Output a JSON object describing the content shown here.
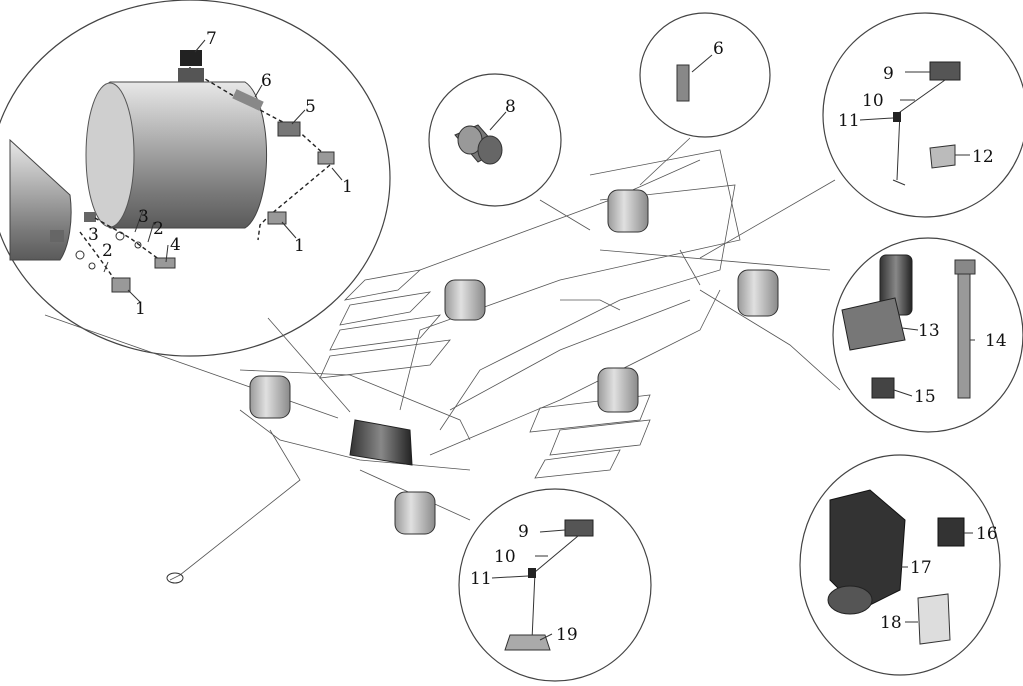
{
  "diagram": {
    "callouts": [
      {
        "id": "c1",
        "text": "1"
      },
      {
        "id": "c1b",
        "text": "1"
      },
      {
        "id": "c1c",
        "text": "1"
      },
      {
        "id": "c2a",
        "text": "2"
      },
      {
        "id": "c2b",
        "text": "2"
      },
      {
        "id": "c3a",
        "text": "3"
      },
      {
        "id": "c3b",
        "text": "3"
      },
      {
        "id": "c4",
        "text": "4"
      },
      {
        "id": "c5",
        "text": "5"
      },
      {
        "id": "c6a",
        "text": "6"
      },
      {
        "id": "c6b",
        "text": "6"
      },
      {
        "id": "c7",
        "text": "7"
      },
      {
        "id": "c8",
        "text": "8"
      },
      {
        "id": "c9a",
        "text": "9"
      },
      {
        "id": "c9b",
        "text": "9"
      },
      {
        "id": "c10a",
        "text": "10"
      },
      {
        "id": "c10b",
        "text": "10"
      },
      {
        "id": "c11a",
        "text": "11"
      },
      {
        "id": "c11b",
        "text": "11"
      },
      {
        "id": "c12",
        "text": "12"
      },
      {
        "id": "c13",
        "text": "13"
      },
      {
        "id": "c14",
        "text": "14"
      },
      {
        "id": "c15",
        "text": "15"
      },
      {
        "id": "c16",
        "text": "16"
      },
      {
        "id": "c17",
        "text": "17"
      },
      {
        "id": "c18",
        "text": "18"
      },
      {
        "id": "c19",
        "text": "19"
      }
    ]
  }
}
